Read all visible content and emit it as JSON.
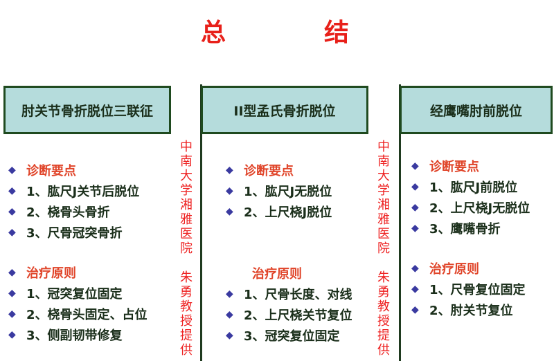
{
  "title": [
    "总",
    "结"
  ],
  "watermark": "中南大学湘雅医院 朱勇教授提供",
  "columns": [
    {
      "header": "肘关节骨折脱位三联征",
      "diag_title": "诊断要点",
      "diag": [
        "1、肱尺J关节后脱位",
        "2、桡骨头骨折",
        "3、尺骨冠突骨折"
      ],
      "treat_title": "治疗原则",
      "treat": [
        "1、冠突复位固定",
        "2、桡骨头固定、占位",
        "3、侧副韧带修复"
      ]
    },
    {
      "header": "II型孟氏骨折脱位",
      "diag_title": "诊断要点",
      "diag": [
        "1、肱尺J无脱位",
        "2、上尺桡J脱位"
      ],
      "treat_title": "治疗原则",
      "treat": [
        "1、尺骨长度、对线",
        "2、上尺桡关节复位",
        "3、冠突复位固定"
      ]
    },
    {
      "header": "经鹰嘴肘前脱位",
      "diag_title": "诊断要点",
      "diag": [
        "1、肱尺J前脱位",
        "2、上尺桡J无脱位",
        "3、鹰嘴骨折"
      ],
      "treat_title": "治疗原则",
      "treat": [
        "1、尺骨复位固定",
        "2、肘关节复位"
      ]
    }
  ]
}
